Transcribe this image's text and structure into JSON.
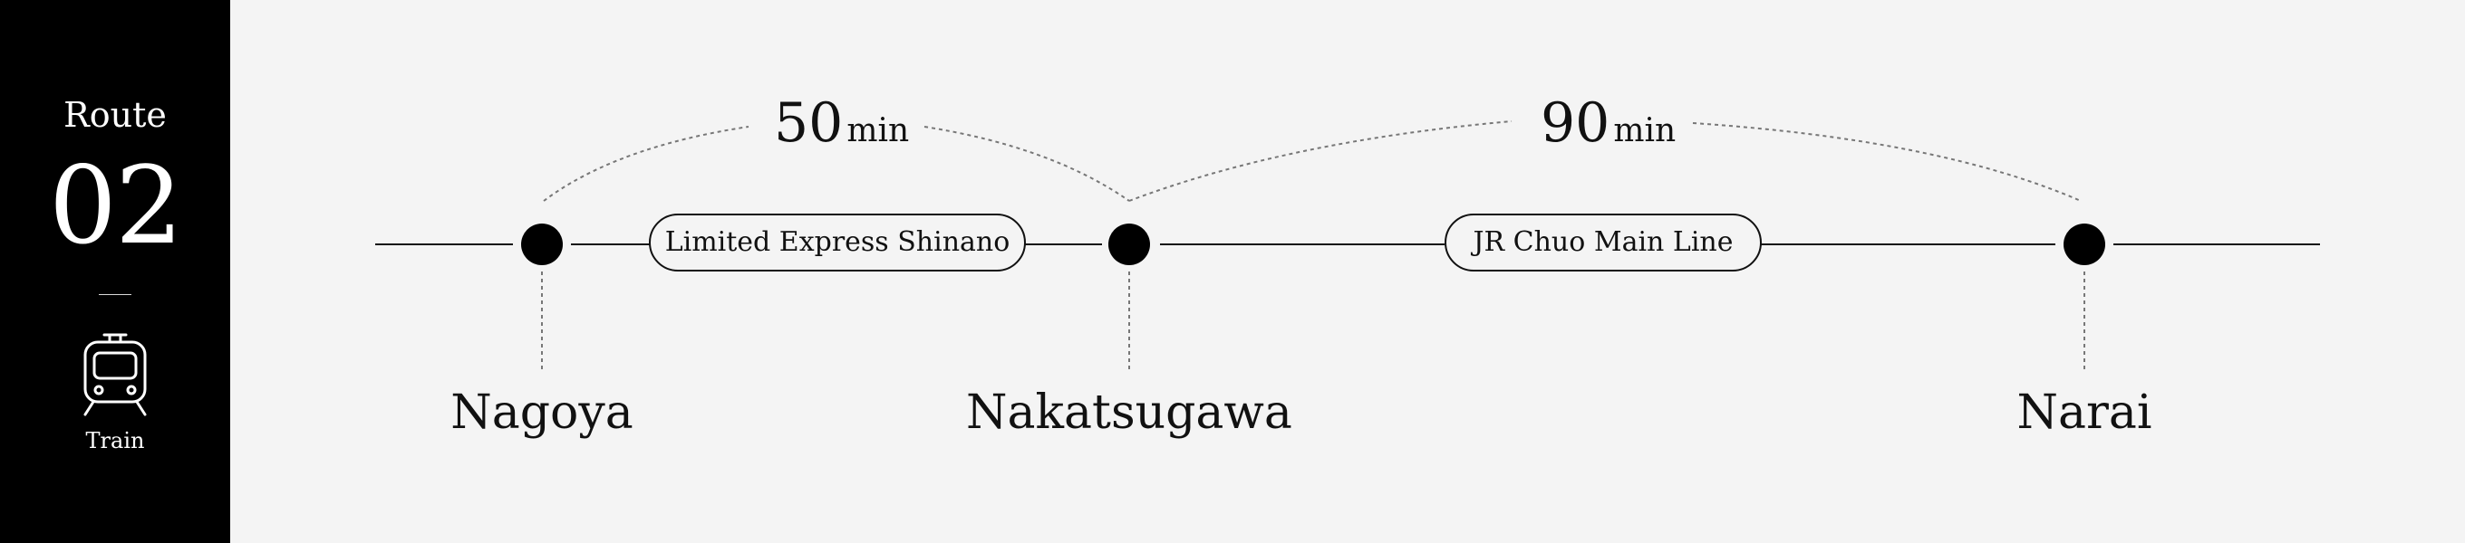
{
  "route": {
    "label": "Route",
    "number": "02"
  },
  "mode": {
    "label": "Train",
    "icon": "train-icon"
  },
  "segments": [
    {
      "duration_value": "50",
      "duration_unit": "min",
      "line_name": "Limited Express Shinano"
    },
    {
      "duration_value": "90",
      "duration_unit": "min",
      "line_name": "JR Chuo Main Line"
    }
  ],
  "stations": [
    {
      "name": "Nagoya"
    },
    {
      "name": "Nakatsugawa"
    },
    {
      "name": "Narai"
    }
  ],
  "colors": {
    "background": "#f4f4f4",
    "sidebar": "#000000",
    "ink": "#111111"
  }
}
